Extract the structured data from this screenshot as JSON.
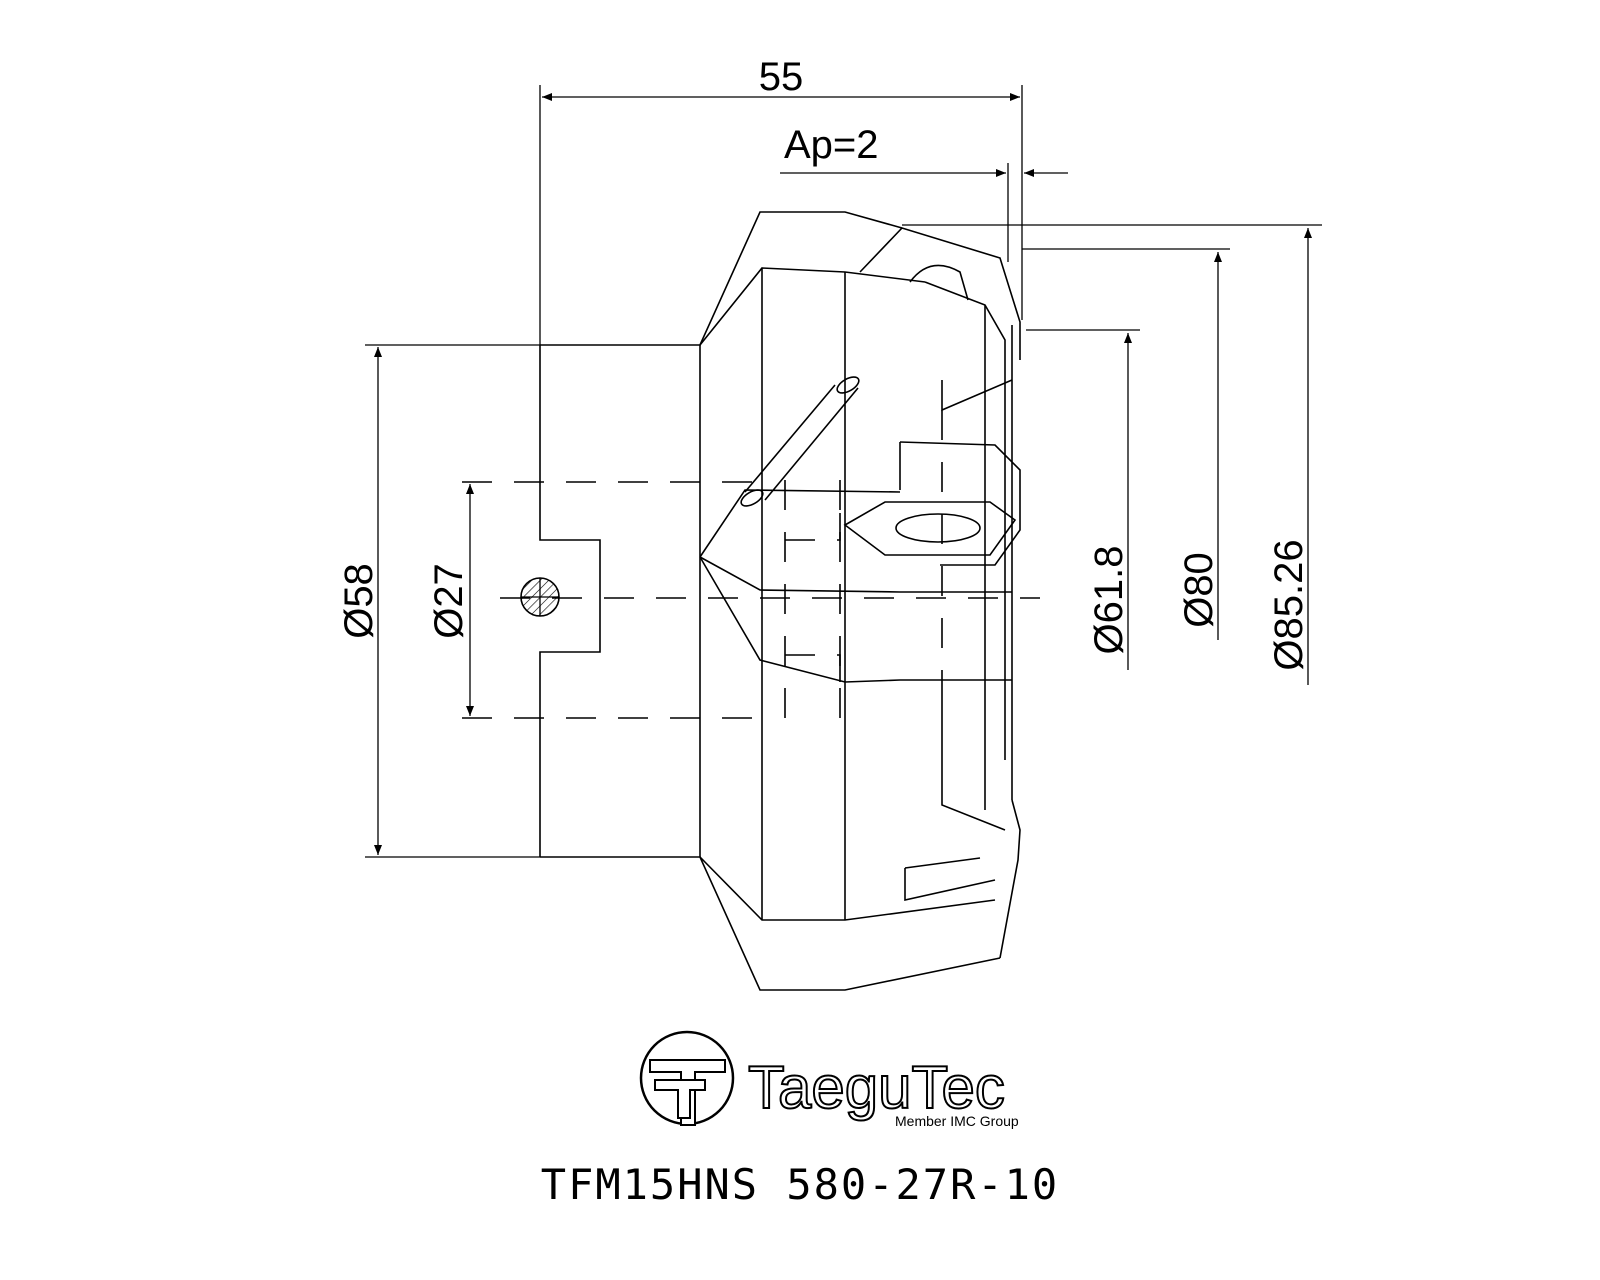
{
  "dimensions": {
    "length": "55",
    "depth_of_cut": "Ap=2",
    "bore_outer": "Ø58",
    "bore": "Ø27",
    "d_inner": "Ø61.8",
    "d_nominal": "Ø80",
    "d_max": "Ø85.26"
  },
  "logo": {
    "brand": "TaeguTec",
    "tagline": "Member IMC Group",
    "mark_icon": "tt-monogram-icon"
  },
  "part_number": "TFM15HNS  580-27R-10",
  "colors": {
    "ink": "#000000",
    "paper": "#ffffff"
  }
}
